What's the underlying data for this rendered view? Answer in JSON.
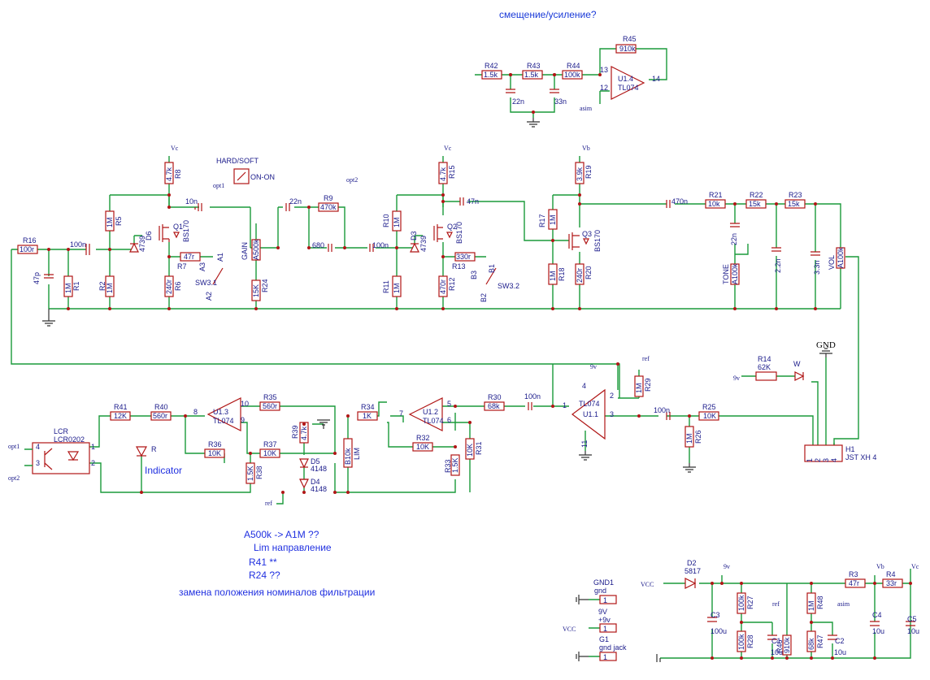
{
  "header": {
    "title": "смещение/усиление?"
  },
  "notes": [
    "A500k -> A1M ??",
    "Lim направление",
    "R41 **",
    "R24 ??",
    "замена положения номиналов фильтрации"
  ],
  "indicator": "Indicator",
  "parts": {
    "R42": [
      "R42",
      "1.5k"
    ],
    "R43": [
      "R43",
      "1.5k"
    ],
    "R44": [
      "R44",
      "100k"
    ],
    "R45": [
      "R45",
      "910k"
    ],
    "R16": [
      "R16",
      "100r"
    ],
    "R1": [
      "R1",
      "1M"
    ],
    "R5": [
      "R5",
      "1M"
    ],
    "R2": [
      "R2",
      "1M"
    ],
    "R8": [
      "R8",
      "4.7k"
    ],
    "R6": [
      "R6",
      "240r"
    ],
    "R7": [
      "R7",
      "47r"
    ],
    "R24": [
      "R24",
      "15K"
    ],
    "R9": [
      "R9",
      "470k"
    ],
    "R10": [
      "R10",
      "1M"
    ],
    "R11": [
      "R11",
      "1M"
    ],
    "R15": [
      "R15",
      "4.7k"
    ],
    "R12": [
      "R12",
      "470r"
    ],
    "R13": [
      "R13",
      "330r"
    ],
    "R17": [
      "R17",
      "1M"
    ],
    "R18": [
      "R18",
      "1M"
    ],
    "R19": [
      "R19",
      "3.9k"
    ],
    "R20": [
      "R20",
      "240r"
    ],
    "R21": [
      "R21",
      "10k"
    ],
    "R22": [
      "R22",
      "15k"
    ],
    "R23": [
      "R23",
      "15k"
    ],
    "R14": [
      "R14",
      "62K"
    ],
    "R29": [
      "R29",
      "1M"
    ],
    "R26": [
      "R26",
      "1M"
    ],
    "R25": [
      "R25",
      "10K"
    ],
    "R30": [
      "R30",
      "68k"
    ],
    "R34": [
      "R34",
      "1K"
    ],
    "R32": [
      "R32",
      "10K"
    ],
    "R31": [
      "R31",
      "10K"
    ],
    "R33": [
      "R33",
      "1.5K"
    ],
    "R35": [
      "R35",
      "560r"
    ],
    "R36": [
      "R36",
      "10K"
    ],
    "R37": [
      "R37",
      "10K"
    ],
    "R38": [
      "R38",
      "1.5K"
    ],
    "R39": [
      "R39",
      "4.7k"
    ],
    "R40": [
      "R40",
      "560r"
    ],
    "R41": [
      "R41",
      "12K"
    ],
    "R3": [
      "R3",
      "47r"
    ],
    "R4": [
      "R4",
      "33r"
    ],
    "R27": [
      "R27",
      "100k"
    ],
    "R28": [
      "R28",
      "100k"
    ],
    "R48": [
      "R48",
      "1M"
    ],
    "R47": [
      "R47",
      "68k"
    ],
    "R46": [
      "R46",
      "910k"
    ],
    "C22n": [
      "",
      "22n"
    ],
    "C33n": [
      "",
      "33n"
    ],
    "C47p": [
      "",
      "47p"
    ],
    "C100n_a": [
      "",
      "100n"
    ],
    "C10n": [
      "",
      "10n"
    ],
    "C22n_b": [
      "",
      "22n"
    ],
    "C680": [
      "",
      "680"
    ],
    "C100n_b": [
      "",
      "100n"
    ],
    "C47n": [
      "",
      "47n"
    ],
    "C470n": [
      "",
      "470n"
    ],
    "C22n_c": [
      "",
      "22n"
    ],
    "C2_2n": [
      "",
      "2.2n"
    ],
    "C3_3n": [
      "",
      "3.3n"
    ],
    "C100n_c": [
      "",
      "100n"
    ],
    "C100n_d": [
      "",
      "100n"
    ],
    "C3": [
      "C3",
      "100u"
    ],
    "C1": [
      "C1",
      "10u"
    ],
    "C2": [
      "C2",
      "10u"
    ],
    "C4": [
      "C4",
      "10u"
    ],
    "C5": [
      "C5",
      "10u"
    ],
    "GAIN": [
      "GAIN",
      "A500k"
    ],
    "TONE": [
      "TONE",
      "A100k"
    ],
    "VOL": [
      "VOL",
      "A100k"
    ],
    "LIM": [
      "LIM",
      "B10k"
    ],
    "Q1": [
      "Q1",
      "BS170"
    ],
    "Q2": [
      "Q2",
      "BS170"
    ],
    "Q3": [
      "Q3",
      "BS170"
    ],
    "D6": [
      "D6",
      "4739"
    ],
    "D3": [
      "D3",
      "4739"
    ],
    "D5": [
      "D5",
      "4148"
    ],
    "D4": [
      "D4",
      "4148"
    ],
    "D2": [
      "D2",
      "5817"
    ],
    "U1_4": [
      "U1.4",
      "TL074"
    ],
    "U1_3": [
      "U1.3",
      "TL074"
    ],
    "U1_2": [
      "U1.2",
      "TL074"
    ],
    "U1_1": [
      "U1.1",
      "TL074"
    ],
    "LCR": [
      "LCR",
      "LCR0202"
    ],
    "H1": [
      "H1",
      "JST XH 4"
    ],
    "SW1": [
      "HARD/SOFT",
      "ON-ON"
    ],
    "SW3_1": [
      "SW3.1"
    ],
    "SW3_2": [
      "SW3.2"
    ],
    "R_led": [
      "R"
    ],
    "W_led": [
      "W"
    ],
    "GND1": [
      "GND1",
      "gnd"
    ],
    "V9": [
      "9V",
      "+9v"
    ],
    "G1": [
      "G1",
      "gnd jack"
    ]
  },
  "nets": {
    "vc": "Vc",
    "vb": "Vb",
    "v9": "9v",
    "ref": "ref",
    "asim": "asim",
    "opt1": "opt1",
    "opt2": "opt2",
    "vcc": "VCC",
    "gnd": "GND"
  },
  "pins": {
    "p13": "13",
    "p12": "12",
    "p14": "14",
    "p8": "8",
    "p9": "9",
    "p10": "10",
    "p7": "7",
    "p5": "5",
    "p6": "6",
    "p1": "1",
    "p2": "2",
    "p3": "3",
    "p4": "4",
    "p11": "11",
    "a1": "A1",
    "a2": "A2",
    "a3": "A3",
    "b1": "B1",
    "b2": "B2",
    "b3": "B3",
    "h1": "1",
    "h2": "2",
    "h3": "3",
    "h4": "4",
    "lcr4": "4",
    "lcr3": "3",
    "lcr1": "1",
    "lcr2": "2"
  }
}
